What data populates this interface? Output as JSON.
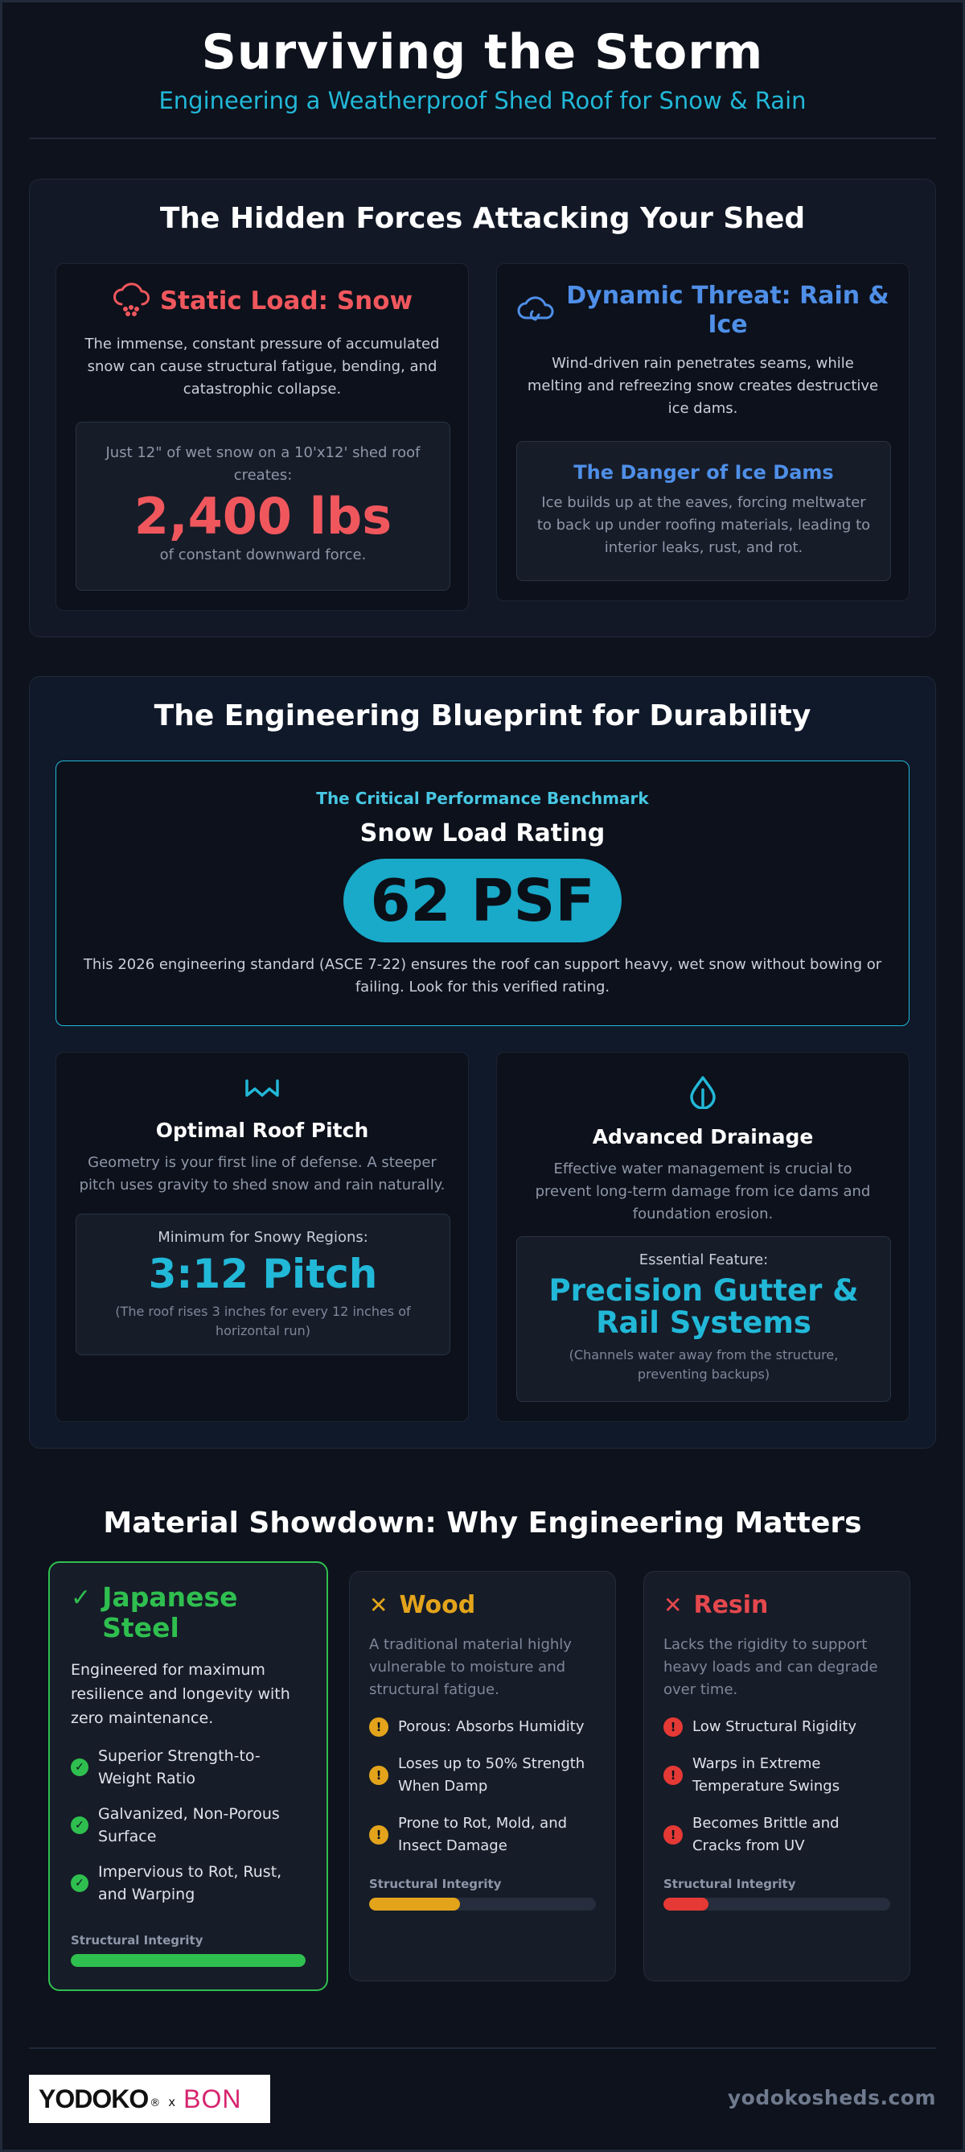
{
  "header": {
    "title": "Surviving the Storm",
    "subtitle": "Engineering a Weatherproof Shed Roof for Snow & Rain"
  },
  "forces": {
    "heading": "The Hidden Forces Attacking Your Shed",
    "snow": {
      "title": "Static Load: Snow",
      "desc": "The immense, constant pressure of accumulated snow can cause structural fatigue, bending, and catastrophic collapse.",
      "stat_intro": "Just 12\" of wet snow on a 10'x12' shed roof creates:",
      "stat_value": "2,400 lbs",
      "stat_suffix": "of constant downward force."
    },
    "rain": {
      "title": "Dynamic Threat: Rain & Ice",
      "desc": "Wind-driven rain penetrates seams, while melting and refreezing snow creates destructive ice dams.",
      "danger_title": "The Danger of Ice Dams",
      "danger_desc": "Ice builds up at the eaves, forcing meltwater to back up under roofing materials, leading to interior leaks, rust, and rot."
    }
  },
  "blueprint": {
    "heading": "The Engineering Blueprint for Durability",
    "benchmark_label": "The Critical Performance Benchmark",
    "rating_title": "Snow Load Rating",
    "rating_value": "62 PSF",
    "rating_desc": "This 2026 engineering standard (ASCE 7-22) ensures the roof can support heavy, wet snow without bowing or failing. Look for this verified rating.",
    "pitch": {
      "title": "Optimal Roof Pitch",
      "desc": "Geometry is your first line of defense. A steeper pitch uses gravity to shed snow and rain naturally.",
      "box_label": "Minimum for Snowy Regions:",
      "box_value": "3:12 Pitch",
      "box_note": "(The roof rises 3 inches for every 12 inches of horizontal run)"
    },
    "drainage": {
      "title": "Advanced Drainage",
      "desc": "Effective water management is crucial to prevent long-term damage from ice dams and foundation erosion.",
      "box_label": "Essential Feature:",
      "box_value": "Precision Gutter & Rail Systems",
      "box_note": "(Channels water away from the structure, preventing backups)"
    }
  },
  "materials": {
    "heading": "Material Showdown: Why Engineering Matters",
    "integrity_label": "Structural Integrity",
    "steel": {
      "title": "Japanese Steel",
      "desc": "Engineered for maximum resilience and longevity with zero maintenance.",
      "points": [
        "Superior Strength-to-Weight Ratio",
        "Galvanized, Non-Porous Surface",
        "Impervious to Rot, Rust, and Warping"
      ],
      "integrity": 1.0,
      "color": "#2fbf4f"
    },
    "wood": {
      "title": "Wood",
      "desc": "A traditional material highly vulnerable to moisture and structural fatigue.",
      "points": [
        "Porous: Absorbs Humidity",
        "Loses up to 50% Strength When Damp",
        "Prone to Rot, Mold, and Insect Damage"
      ],
      "integrity": 0.4,
      "color": "#e3a41b"
    },
    "resin": {
      "title": "Resin",
      "desc": "Lacks the rigidity to support heavy loads and can degrade over time.",
      "points": [
        "Low Structural Rigidity",
        "Warps in Extreme Temperature Swings",
        "Becomes Brittle and Cracks from UV"
      ],
      "integrity": 0.2,
      "color": "#e53935"
    }
  },
  "footer": {
    "brand_main": "YODOKO",
    "brand_reg": "®",
    "brand_x": "x",
    "brand_partner": "BON",
    "website": "yodokosheds.com"
  },
  "colors": {
    "accent_cyan": "#22b8d8",
    "snow_red": "#f0575d",
    "rain_blue": "#4f8fe8",
    "steel_green": "#2fbf4f",
    "wood_amber": "#e3a41b",
    "resin_red": "#e53935"
  }
}
